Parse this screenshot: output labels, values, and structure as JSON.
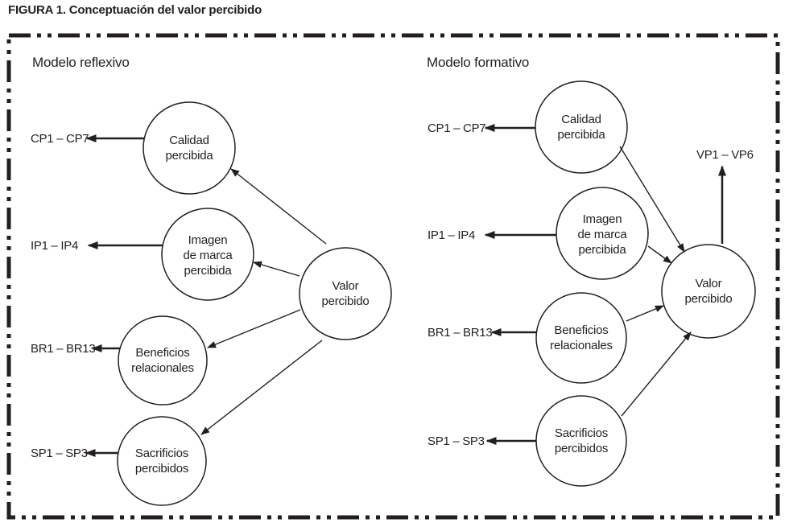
{
  "figure": {
    "caption": "FIGURA 1. Conceptuación del valor percibido",
    "type": "path-diagram"
  },
  "colors": {
    "ink": "#231f20",
    "background": "#ffffff"
  },
  "left_model": {
    "title": "Modelo reflexivo",
    "nodes": {
      "calidad": [
        "Calidad",
        "percibida"
      ],
      "imagen": [
        "Imagen",
        "de marca",
        "percibida"
      ],
      "beneficios": [
        "Beneficios",
        "relacionales"
      ],
      "sacrificios": [
        "Sacrificios",
        "percibidos"
      ],
      "valor": [
        "Valor",
        "percibido"
      ]
    },
    "indicators": {
      "cp": "CP1 – CP7",
      "ip": "IP1 – IP4",
      "br": "BR1 – BR13",
      "sp": "SP1 – SP3"
    },
    "edges": [
      {
        "from": "Valor percibido",
        "to": "Calidad percibida"
      },
      {
        "from": "Valor percibido",
        "to": "Imagen de marca percibida"
      },
      {
        "from": "Valor percibido",
        "to": "Beneficios relacionales"
      },
      {
        "from": "Valor percibido",
        "to": "Sacrificios percibidos"
      },
      {
        "from": "Calidad percibida",
        "to": "CP1 – CP7"
      },
      {
        "from": "Imagen de marca percibida",
        "to": "IP1 – IP4"
      },
      {
        "from": "Beneficios relacionales",
        "to": "BR1 – BR13"
      },
      {
        "from": "Sacrificios percibidos",
        "to": "SP1 – SP3"
      }
    ]
  },
  "right_model": {
    "title": "Modelo formativo",
    "nodes": {
      "calidad": [
        "Calidad",
        "percibida"
      ],
      "imagen": [
        "Imagen",
        "de marca",
        "percibida"
      ],
      "beneficios": [
        "Beneficios",
        "relacionales"
      ],
      "sacrificios": [
        "Sacrificios",
        "percibidos"
      ],
      "valor": [
        "Valor",
        "percibido"
      ]
    },
    "indicators": {
      "cp": "CP1 – CP7",
      "ip": "IP1 – IP4",
      "br": "BR1 – BR13",
      "sp": "SP1 – SP3",
      "vp": "VP1 – VP6"
    },
    "edges": [
      {
        "from": "Calidad percibida",
        "to": "Valor percibido"
      },
      {
        "from": "Imagen de marca percibida",
        "to": "Valor percibido"
      },
      {
        "from": "Beneficios relacionales",
        "to": "Valor percibido"
      },
      {
        "from": "Sacrificios percibidos",
        "to": "Valor percibido"
      },
      {
        "from": "Valor percibido",
        "to": "VP1 – VP6"
      },
      {
        "from": "Calidad percibida",
        "to": "CP1 – CP7"
      },
      {
        "from": "Imagen de marca percibida",
        "to": "IP1 – IP4"
      },
      {
        "from": "Beneficios relacionales",
        "to": "BR1 – BR13"
      },
      {
        "from": "Sacrificios percibidos",
        "to": "SP1 – SP3"
      }
    ]
  }
}
